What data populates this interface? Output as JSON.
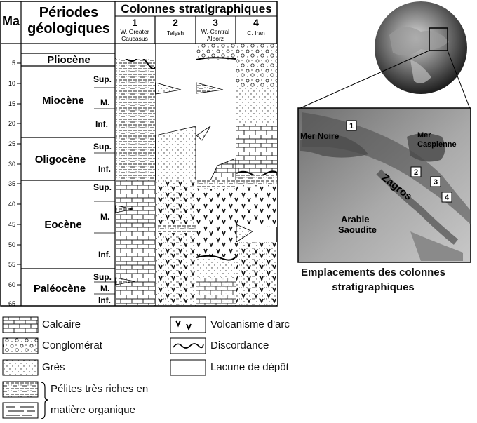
{
  "table": {
    "ma_header": "Ma",
    "periods_header": [
      "Périodes",
      "géologiques"
    ],
    "columns_header": "Colonnes stratigraphiques",
    "columns": [
      {
        "num": "1",
        "name": [
          "W. Greater",
          "Caucasus"
        ]
      },
      {
        "num": "2",
        "name": [
          "Talysh"
        ]
      },
      {
        "num": "3",
        "name": [
          "W.-Central",
          "Alborz"
        ]
      },
      {
        "num": "4",
        "name": [
          "C. Iran"
        ]
      }
    ],
    "ma_ticks": [
      "5",
      "10",
      "15",
      "20",
      "25",
      "30",
      "35",
      "40",
      "45",
      "50",
      "55",
      "60",
      "65"
    ],
    "periods": [
      {
        "name": "Pliocène",
        "subs": []
      },
      {
        "name": "Miocène",
        "subs": [
          "Sup.",
          "M.",
          "Inf."
        ]
      },
      {
        "name": "Oligocène",
        "subs": [
          "Sup.",
          "Inf."
        ]
      },
      {
        "name": "Eocène",
        "subs": [
          "Sup.",
          "M.",
          "Inf."
        ]
      },
      {
        "name": "Paléocène",
        "subs": [
          "Sup.",
          "M.",
          "Inf."
        ]
      }
    ]
  },
  "legend": {
    "calcaire": "Calcaire",
    "conglomerat": "Conglomérat",
    "gres": "Grès",
    "pelites_line1": "Pélites très riches en",
    "pelites_line2": "matière organique",
    "volcanisme": "Volcanisme d'arc",
    "discordance": "Discordance",
    "lacune": "Lacune de dépôt"
  },
  "map": {
    "mer_noire": "Mer Noire",
    "mer_caspienne_1": "Mer",
    "mer_caspienne_2": "Caspienne",
    "zagros": "Zagros",
    "arabie_1": "Arabie",
    "arabie_2": "Saoudite",
    "markers": [
      "1",
      "2",
      "3",
      "4"
    ],
    "caption_line1": "Emplacements des colonnes",
    "caption_line2": "stratigraphiques"
  }
}
